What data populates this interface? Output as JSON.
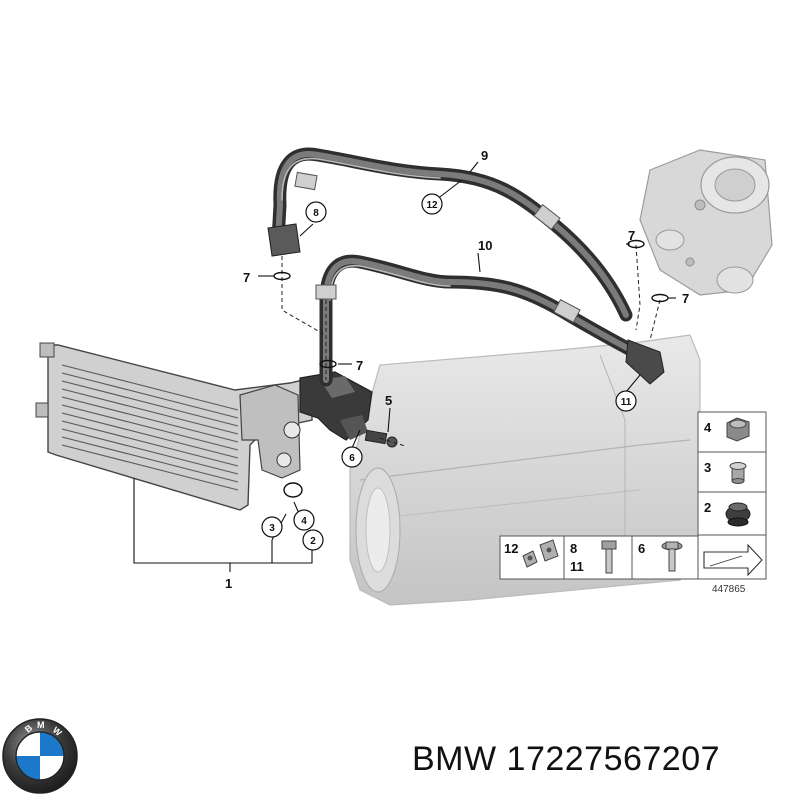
{
  "parts": {
    "p1": "1",
    "p2": "2",
    "p3": "3",
    "p4": "4",
    "p5": "5",
    "p6": "6",
    "p7a": "7",
    "p7b": "7",
    "p7c": "7",
    "p7d": "7",
    "p8": "8",
    "p9": "9",
    "p10": "10",
    "p11": "11",
    "p12": "12"
  },
  "legend": {
    "row1": [
      "4",
      "3",
      "2"
    ],
    "row2": [
      "12",
      "8",
      "11",
      "6"
    ]
  },
  "diagram_id": "447865",
  "brand": {
    "name": "BMW",
    "part_number": "17227567207",
    "caption": "BMW 17227567207"
  },
  "colors": {
    "hose": "#2f2f2f",
    "part_gray": "#cfcfcf",
    "legend_border": "#555555"
  }
}
